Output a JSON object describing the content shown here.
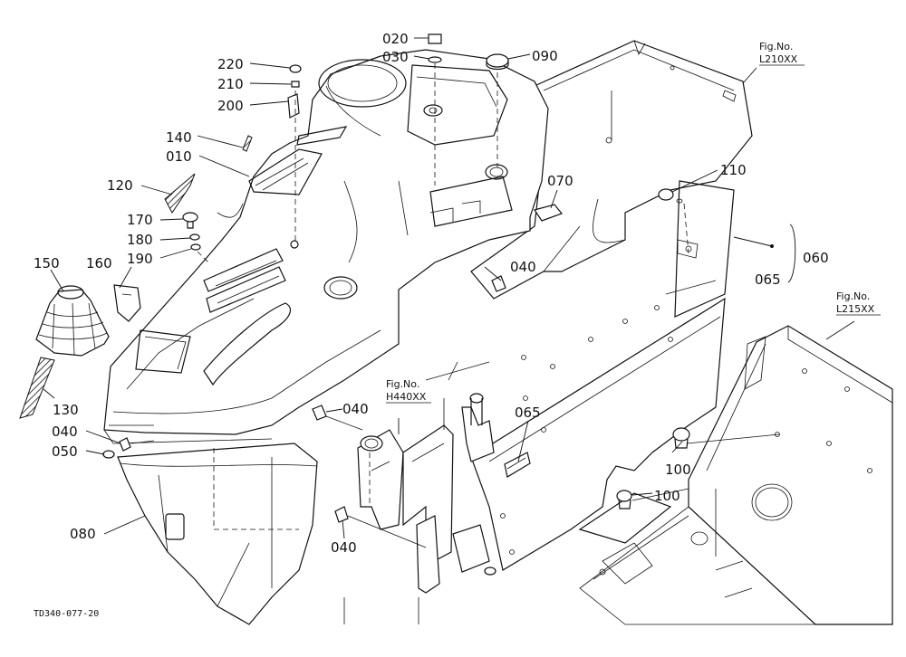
{
  "drawing_id": "TD340-077-20",
  "fig_refs": [
    {
      "key": "l210",
      "label": "Fig.No.",
      "code": "L210XX"
    },
    {
      "key": "l215",
      "label": "Fig.No.",
      "code": "L215XX"
    },
    {
      "key": "h440",
      "label": "Fig.No.",
      "code": "H440XX"
    }
  ],
  "callouts": {
    "c010": "010",
    "c020": "020",
    "c030": "030",
    "c040a": "040",
    "c040b": "040",
    "c040c": "040",
    "c040d": "040",
    "c050": "050",
    "c060": "060",
    "c065a": "065",
    "c065b": "065",
    "c070": "070",
    "c080": "080",
    "c090": "090",
    "c100a": "100",
    "c100b": "100",
    "c110": "110",
    "c120": "120",
    "c130": "130",
    "c140": "140",
    "c150": "150",
    "c160": "160",
    "c170": "170",
    "c180": "180",
    "c190": "190",
    "c200": "200",
    "c210": "210",
    "c220": "220"
  }
}
